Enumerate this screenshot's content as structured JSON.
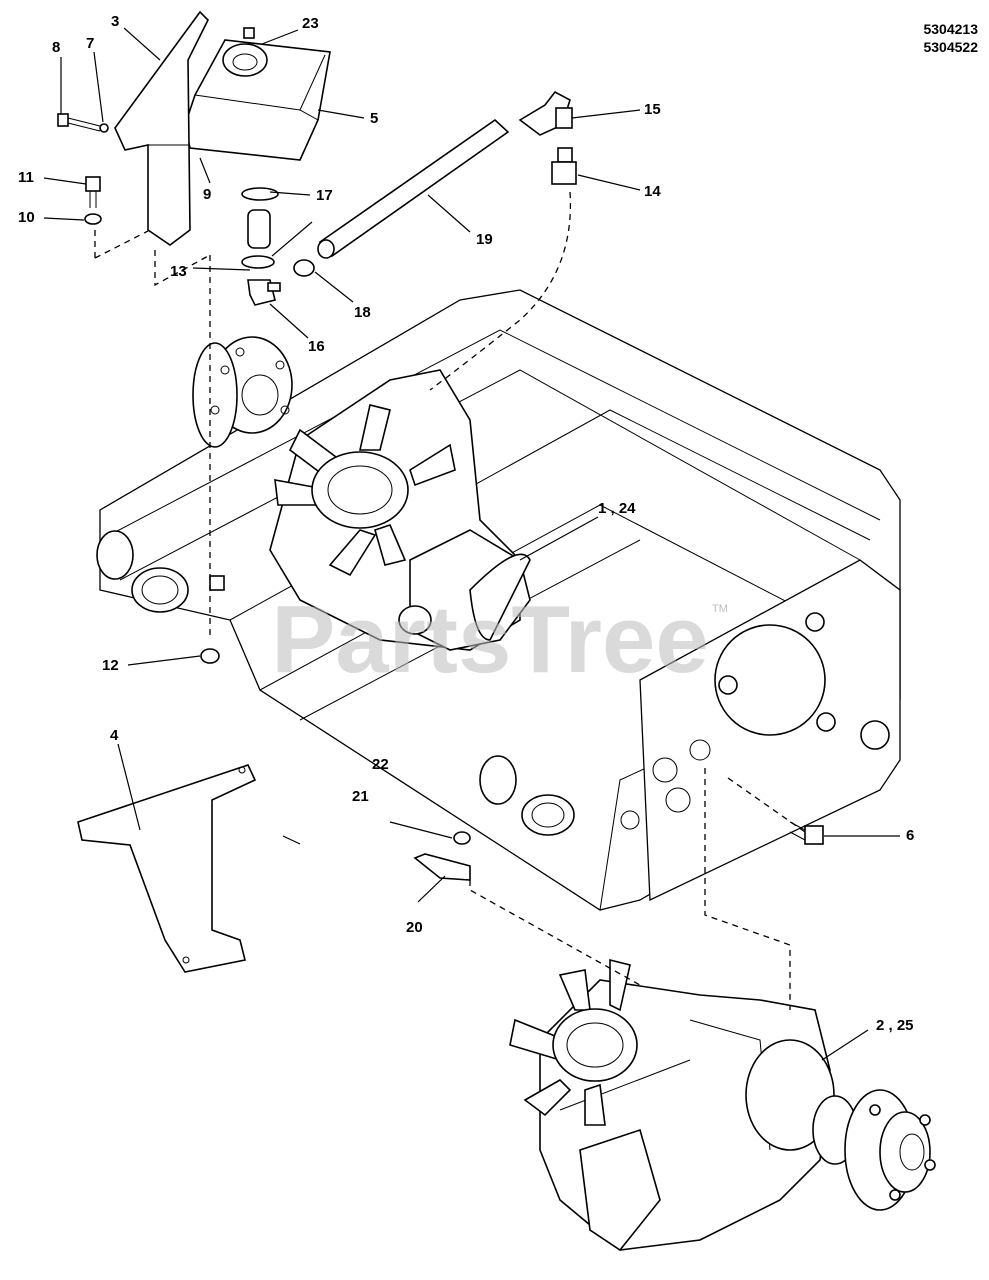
{
  "part_numbers": [
    "5304213",
    "5304522"
  ],
  "watermark": "PartsTree",
  "trademark": "TM",
  "callouts": {
    "c1_24": "1 , 24",
    "c2_25": "2 , 25",
    "c3": "3",
    "c4": "4",
    "c5": "5",
    "c6": "6",
    "c7": "7",
    "c8": "8",
    "c9": "9",
    "c10": "10",
    "c11": "11",
    "c12": "12",
    "c13": "13",
    "c14": "14",
    "c15": "15",
    "c16": "16",
    "c17": "17",
    "c18": "18",
    "c19": "19",
    "c20": "20",
    "c21": "21",
    "c22": "22",
    "c23": "23"
  }
}
